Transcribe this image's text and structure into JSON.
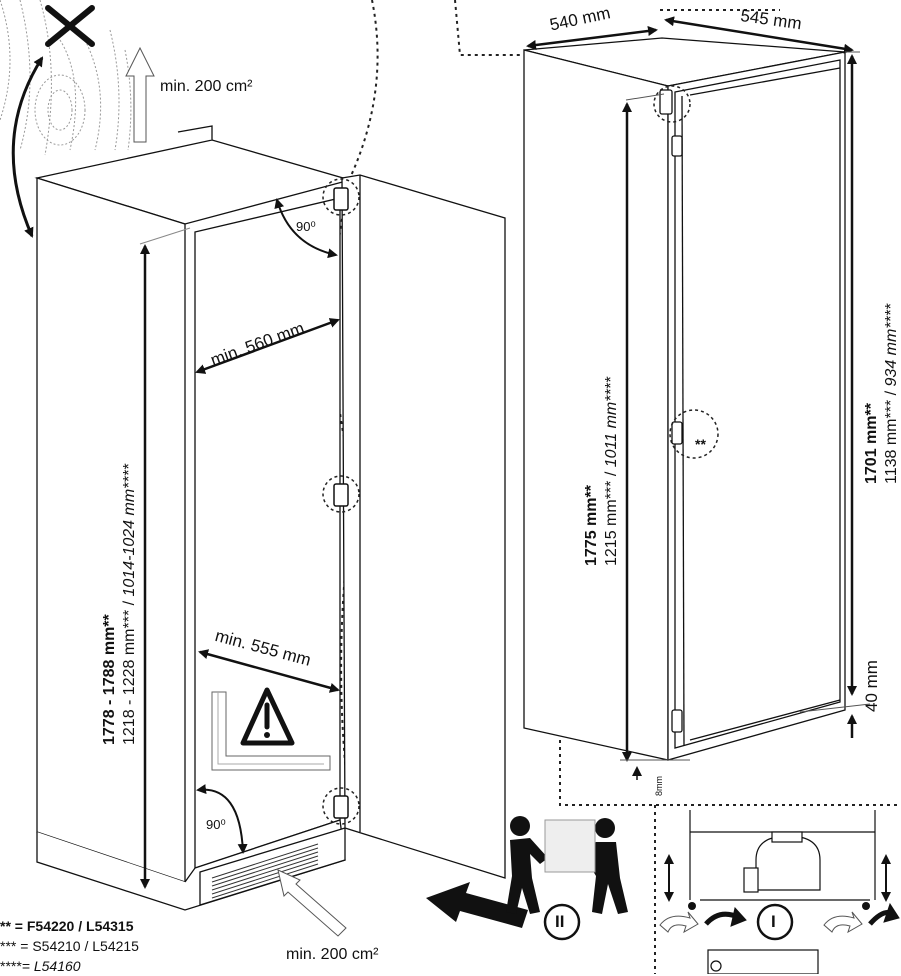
{
  "labels": {
    "vent_top": "min. 200 cm²",
    "vent_bottom": "min. 200 cm²",
    "width_top": "min. 560 mm",
    "width_bottom": "min. 555 mm",
    "angle_top": "90⁰",
    "angle_bottom": "90⁰",
    "niche_height_bold": "1778 - 1788 mm**",
    "niche_height_rest": "1218 - 1228 mm*** / ",
    "niche_height_italic": "1014-1024 mm****",
    "appliance_width": "540 mm",
    "appliance_depth": "545 mm",
    "appliance_height_bold": "1775 mm**",
    "appliance_height_rest": "1215 mm*** / ",
    "appliance_height_italic": "1011 mm****",
    "door_height_bold": "1701 mm**",
    "door_height_rest": "1138 mm*** / ",
    "door_height_italic": "934 mm****",
    "bottom_gap": "40 mm",
    "plinth_gap": "8mm",
    "hinge_mark": "**",
    "step_two": "II",
    "step_one": "I"
  },
  "legend": [
    {
      "marker": "**",
      "text": " = F54220 / L54315",
      "bold": true
    },
    {
      "marker": "***",
      "text": " = S54210 / L54215",
      "bold": false
    },
    {
      "marker": "****",
      "text": "= L54160",
      "bold": false
    }
  ],
  "icons": {
    "prohibited": "cross-icon",
    "warning": "warning-triangle-icon"
  }
}
